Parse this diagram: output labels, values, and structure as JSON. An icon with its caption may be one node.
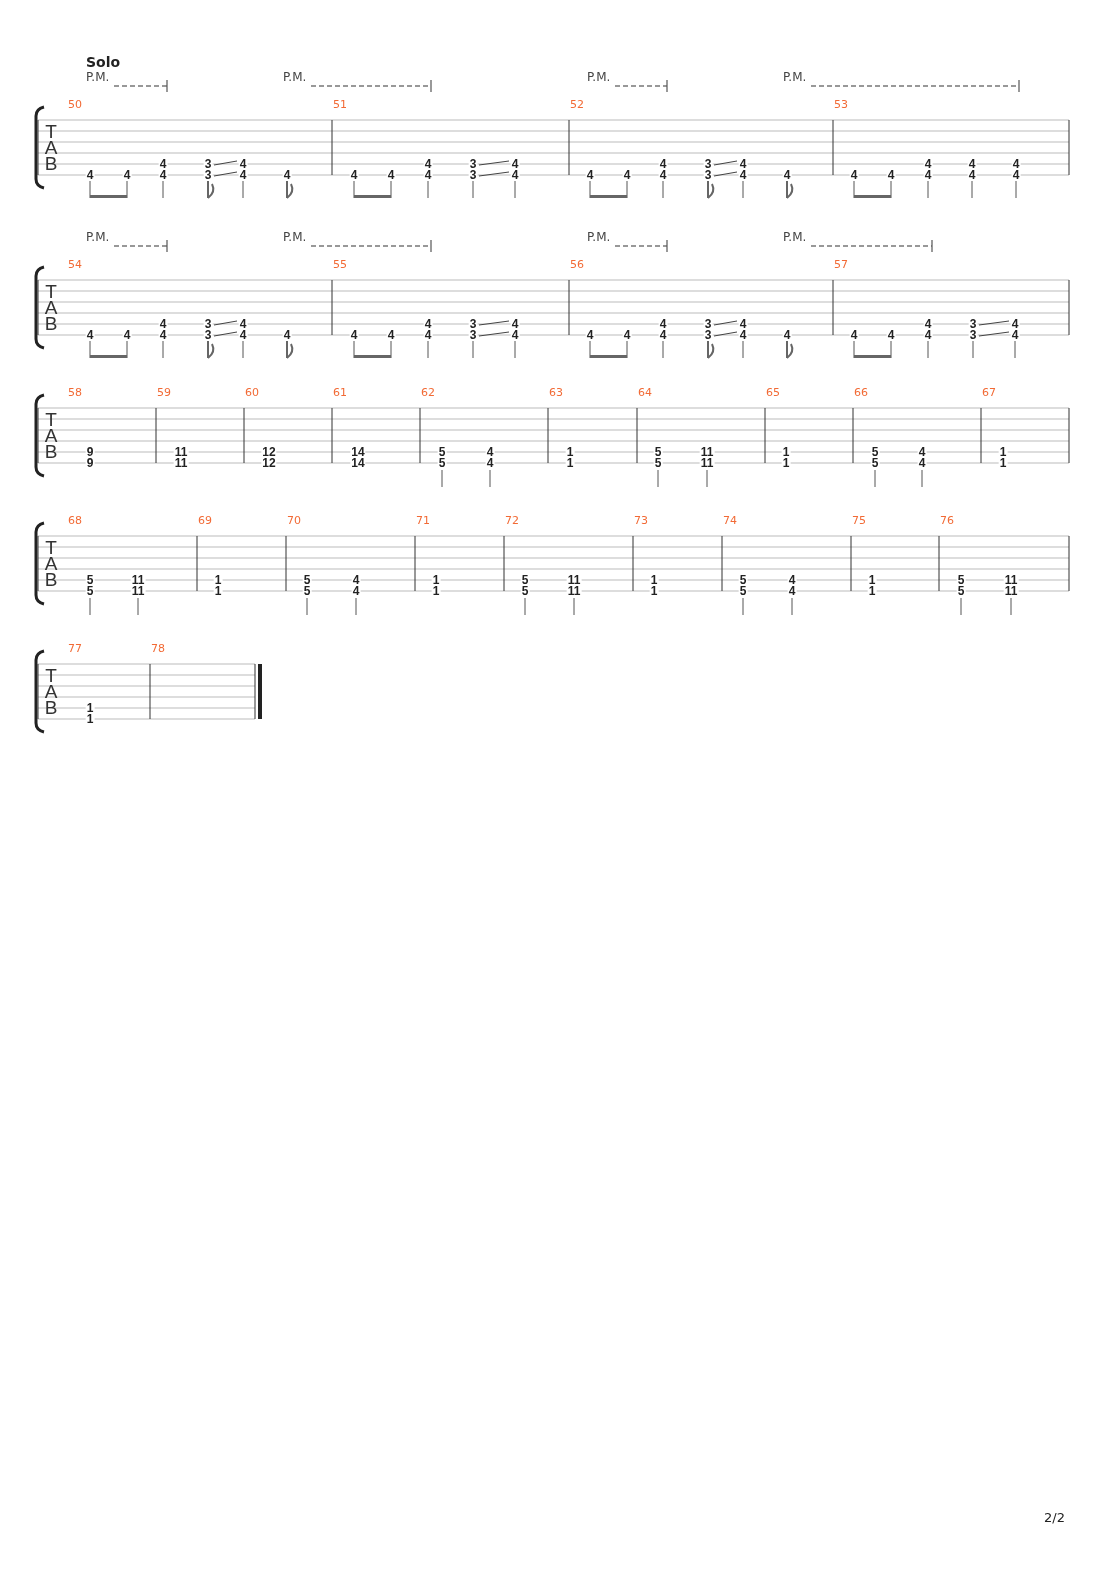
{
  "diagram": {
    "labels": [
      "Solo",
      "P.M.",
      "P.M.",
      "P.M.",
      "P.M.",
      "T",
      "A",
      "B",
      "50",
      "4",
      "4",
      "4",
      "4",
      "3",
      "3",
      "4",
      "4",
      "4",
      "51",
      "4",
      "4",
      "4",
      "4",
      "3",
      "3",
      "4",
      "4",
      "52",
      "4",
      "4",
      "4",
      "4",
      "3",
      "3",
      "4",
      "4",
      "4",
      "53",
      "4",
      "4",
      "4",
      "4",
      "4",
      "4",
      "4",
      "4",
      "P.M.",
      "P.M.",
      "P.M.",
      "P.M.",
      "T",
      "A",
      "B",
      "54",
      "4",
      "4",
      "4",
      "4",
      "3",
      "3",
      "4",
      "4",
      "4",
      "55",
      "4",
      "4",
      "4",
      "4",
      "3",
      "3",
      "4",
      "4",
      "56",
      "4",
      "4",
      "4",
      "4",
      "3",
      "3",
      "4",
      "4",
      "4",
      "57",
      "4",
      "4",
      "4",
      "4",
      "3",
      "3",
      "4",
      "4",
      "T",
      "A",
      "B",
      "58",
      "9",
      "9",
      "59",
      "11",
      "11",
      "60",
      "12",
      "12",
      "61",
      "14",
      "14",
      "62",
      "5",
      "5",
      "4",
      "4",
      "63",
      "1",
      "1",
      "64",
      "5",
      "5",
      "11",
      "11",
      "65",
      "1",
      "1",
      "66",
      "5",
      "5",
      "4",
      "4",
      "67",
      "1",
      "1",
      "T",
      "A",
      "B",
      "68",
      "5",
      "5",
      "11",
      "11",
      "69",
      "1",
      "1",
      "70",
      "5",
      "5",
      "4",
      "4",
      "71",
      "1",
      "1",
      "72",
      "5",
      "5",
      "11",
      "11",
      "73",
      "1",
      "1",
      "74",
      "5",
      "5",
      "4",
      "4",
      "75",
      "1",
      "1",
      "76",
      "5",
      "5",
      "11",
      "11",
      "T",
      "A",
      "B",
      "77",
      "1",
      "1",
      "78",
      "2/2"
    ]
  }
}
